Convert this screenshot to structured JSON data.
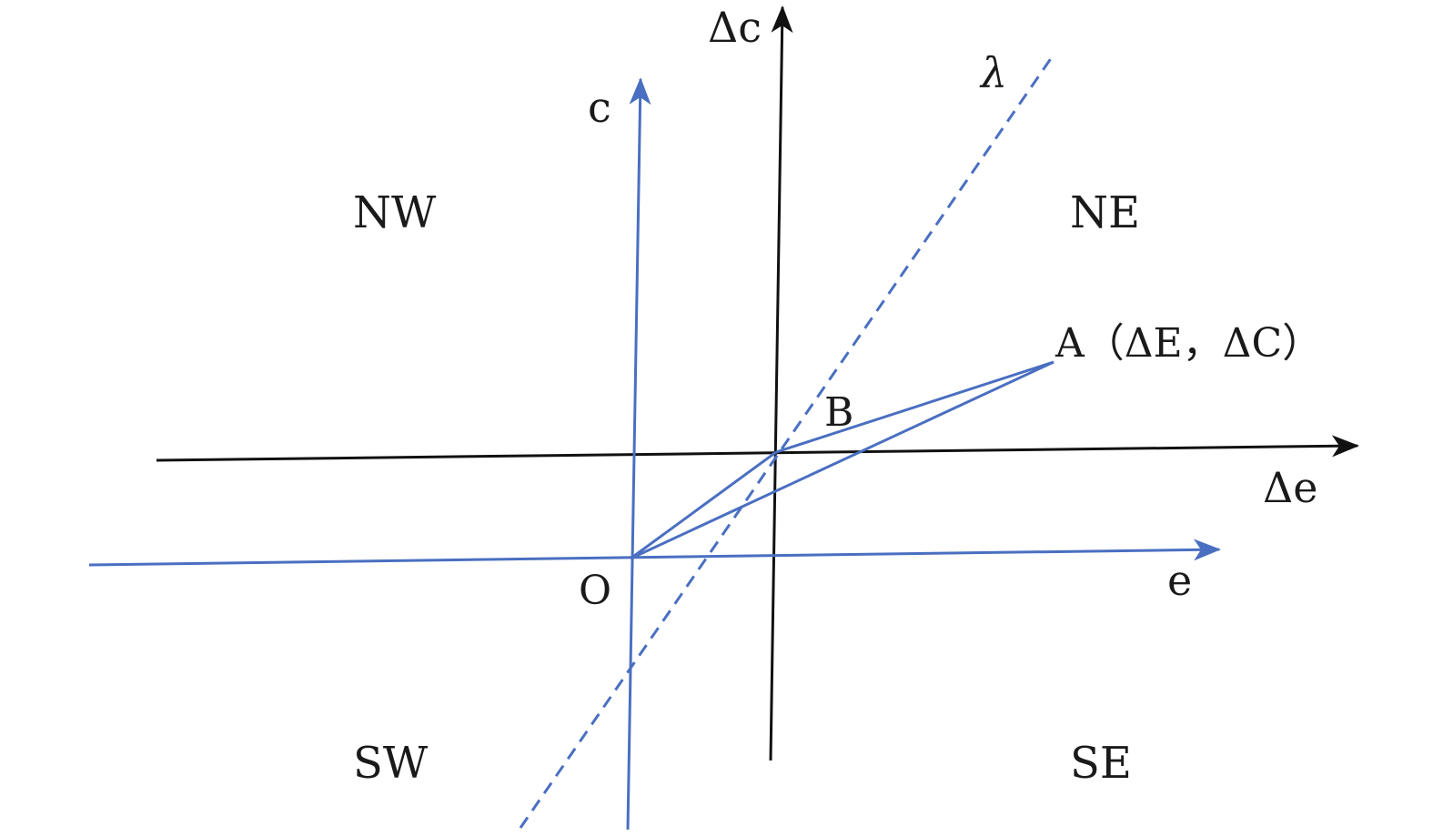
{
  "colors": {
    "blue": "#4a6fc1",
    "black": "#111111",
    "text": "#1a1a1a"
  },
  "quadrants": {
    "nw": "NW",
    "ne": "NE",
    "sw": "SW",
    "se": "SE"
  },
  "axes": {
    "delta_c": "Δc",
    "delta_e": "Δe",
    "c": "c",
    "e": "e"
  },
  "points": {
    "origin": "O",
    "b": "B",
    "a": "A（ΔE，ΔC）"
  },
  "line_label": "λ"
}
